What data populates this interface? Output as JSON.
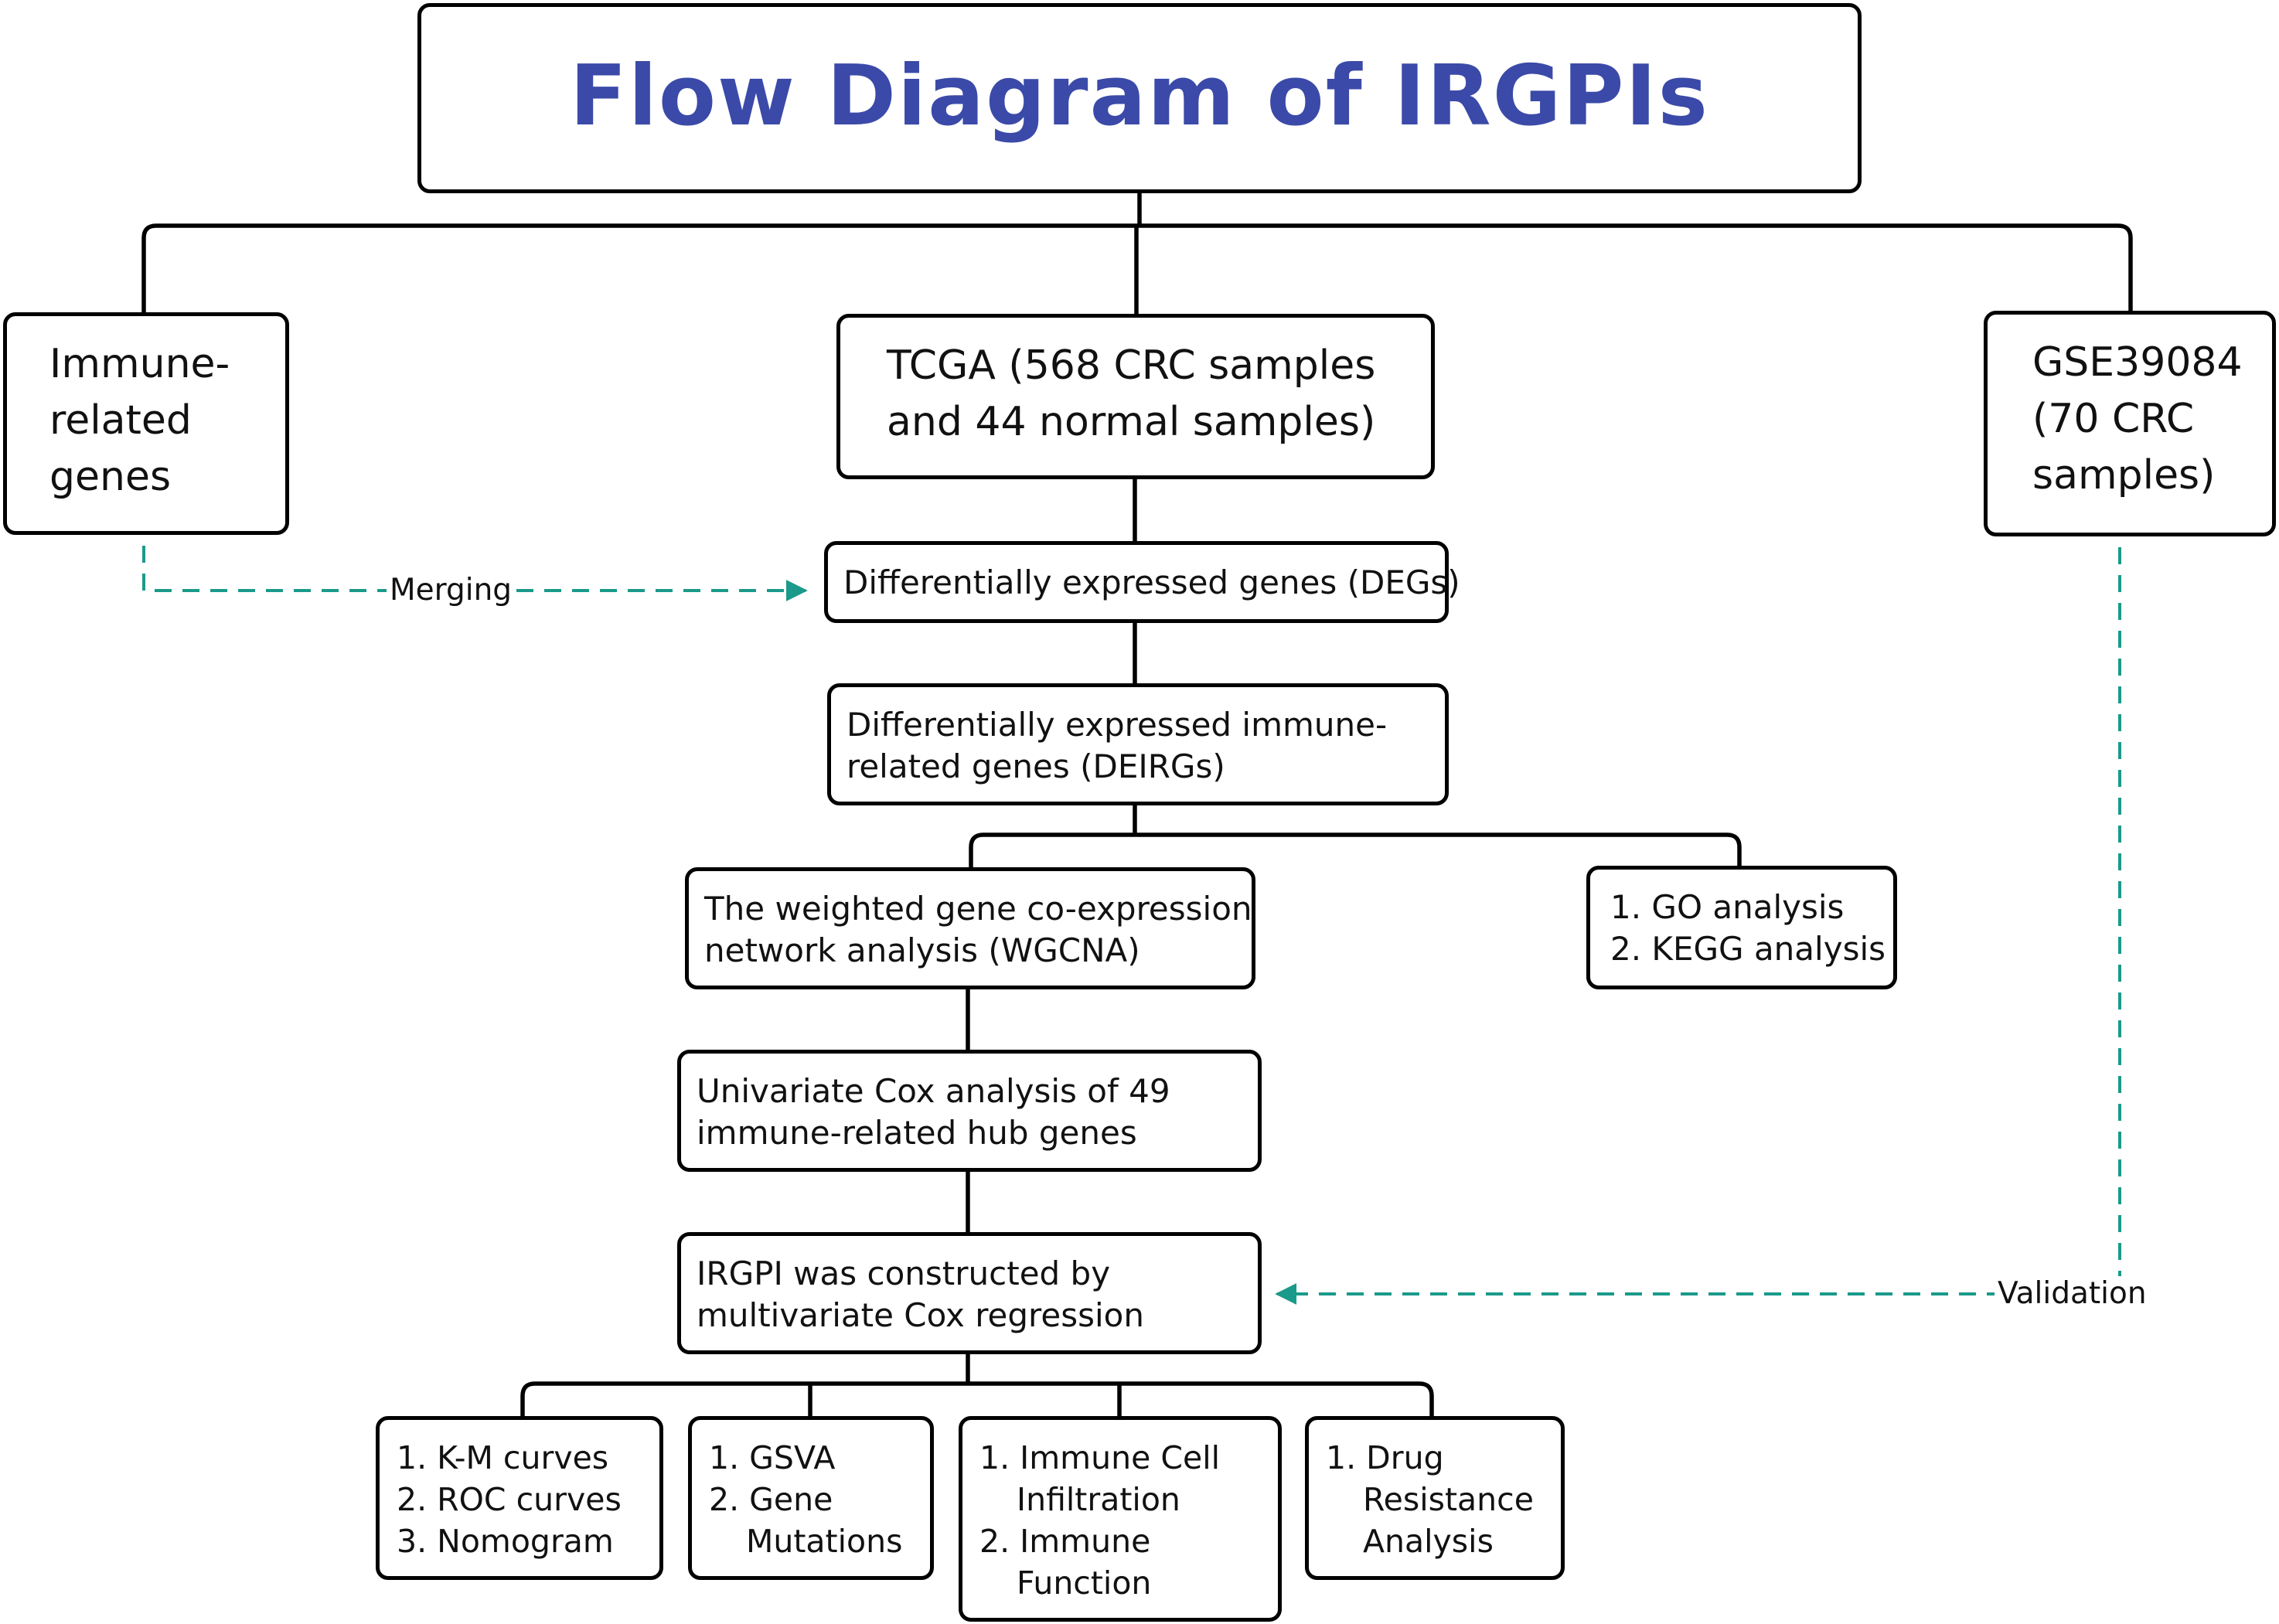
{
  "title": "Flow Diagram of IRGPIs",
  "colors": {
    "title": "#3b4aa8",
    "connector": "#000000",
    "dashed_arrow": "#1a9a8a",
    "box_border": "#000000"
  },
  "nodes": {
    "immune_genes": [
      "Immune-",
      "related",
      "genes"
    ],
    "tcga": [
      "TCGA (568 CRC samples",
      "and 44 normal samples)"
    ],
    "gse": [
      "GSE39084",
      "(70 CRC",
      "samples)"
    ],
    "degs": [
      "Differentially expressed genes (DEGs)"
    ],
    "deirgs": [
      "Differentially expressed immune-",
      "related genes (DEIRGs)"
    ],
    "wgcna": [
      "The weighted gene co-expression",
      "network analysis (WGCNA)"
    ],
    "go_kegg": [
      "1. GO analysis",
      "2. KEGG analysis"
    ],
    "univariate": [
      "Univariate Cox analysis of 49",
      "immune-related hub genes"
    ],
    "irgpi": [
      "IRGPI was constructed by",
      "multivariate Cox regression"
    ],
    "km_roc": [
      "1. K-M curves",
      "2. ROC curves",
      "3. Nomogram"
    ],
    "gsva": [
      "1. GSVA",
      "2. Gene",
      "Mutations"
    ],
    "immune_cell": [
      "1. Immune Cell",
      "Infiltration",
      "2. Immune",
      "Function"
    ],
    "drug": [
      "1. Drug",
      "Resistance",
      "Analysis"
    ]
  },
  "edge_labels": {
    "merging": "Merging",
    "validation": "Validation"
  }
}
